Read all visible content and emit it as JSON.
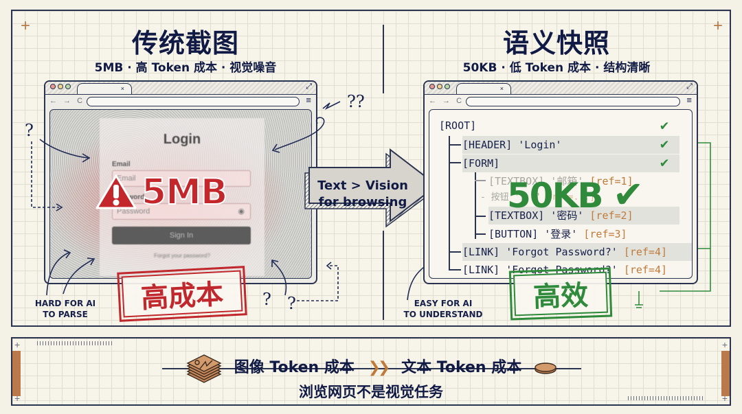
{
  "left_panel": {
    "title": "传统截图",
    "subtitle": "5MB · 高 Token 成本 · 视觉噪音",
    "browser": {
      "tab_close": "×",
      "nav": "← → C",
      "menu": "≡",
      "expand": "⤢",
      "login_title": "Login",
      "email_label": "Email",
      "email_placeholder": "Email",
      "password_label": "Password",
      "password_placeholder": "Password",
      "sign_in": "Sign In",
      "forgot": "Forgot your password?"
    },
    "overlay_size": "5MB",
    "warning_icon": "!",
    "stamp": "高成本",
    "note_line1": "HARD FOR AI",
    "note_line2": "TO PARSE",
    "question_marks": [
      "?",
      "??",
      "?",
      "?"
    ],
    "colors": {
      "accent": "#c0282d"
    }
  },
  "center_arrow": {
    "line1": "Text > Vision",
    "line2": "for browsing"
  },
  "right_panel": {
    "title": "语义快照",
    "subtitle": "50KB · 低 Token 成本 · 结构清晰",
    "browser": {
      "tab_close": "×",
      "nav": "← → C",
      "menu": "≡",
      "expand": "⤢"
    },
    "tree": [
      {
        "node": "[ROOT]",
        "ref": "",
        "check": "✔"
      },
      {
        "node": "[HEADER] 'Login'",
        "ref": "",
        "check": "✔"
      },
      {
        "node": "[FORM]",
        "ref": "",
        "check": "✔"
      },
      {
        "node": "[TEXTBOX] '邮箱'",
        "ref": "[ref=1]"
      },
      {
        "node": "- 按钮 '...'",
        "ref": "[ref=...]"
      },
      {
        "node": "[TEXTBOX] '密码'",
        "ref": "[ref=2]"
      },
      {
        "node": "[BUTTON] '登录'",
        "ref": "[ref=3]"
      },
      {
        "node": "[LINK] 'Forgot Password?'",
        "ref": "[ref=4]"
      },
      {
        "node": "[LINK] 'Forgot Password?'",
        "ref": "[ref=4]"
      }
    ],
    "overlay_size": "50KB",
    "overlay_check": "✔",
    "stamp": "高效",
    "note_line1": "EASY FOR AI",
    "note_line2": "TO UNDERSTAND",
    "colors": {
      "accent": "#2f8a3c",
      "ref": "#c07a3a"
    }
  },
  "bottom": {
    "image_cost": "图像 Token 成本",
    "chevrons": "❯❯",
    "text_cost": "文本 Token 成本",
    "tagline": "浏览网页不是视觉任务"
  }
}
